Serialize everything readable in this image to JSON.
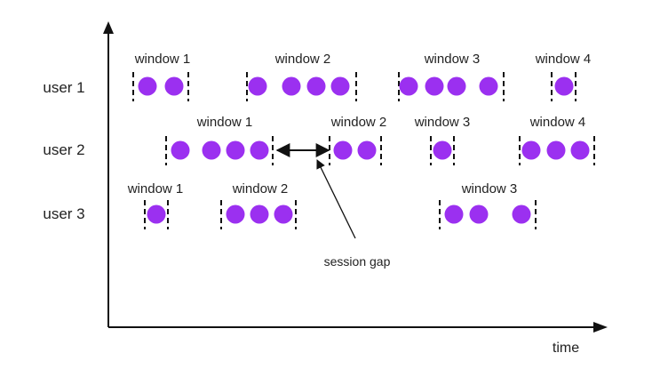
{
  "axis": {
    "x_label": "time"
  },
  "colors": {
    "event": "#9b30f0",
    "line": "#111111",
    "text": "#222222"
  },
  "rows": [
    {
      "user": "user 1",
      "windows": [
        {
          "label": "window 1",
          "events": 2
        },
        {
          "label": "window 2",
          "events": 4
        },
        {
          "label": "window 3",
          "events": 4
        },
        {
          "label": "window 4",
          "events": 1
        }
      ]
    },
    {
      "user": "user 2",
      "windows": [
        {
          "label": "window 1",
          "events": 4
        },
        {
          "label": "window 2",
          "events": 2
        },
        {
          "label": "window 3",
          "events": 1
        },
        {
          "label": "window 4",
          "events": 3
        }
      ]
    },
    {
      "user": "user 3",
      "windows": [
        {
          "label": "window 1",
          "events": 1
        },
        {
          "label": "window 2",
          "events": 3
        },
        {
          "label": "window 3",
          "events": 3
        }
      ]
    }
  ],
  "annotation": {
    "label": "session gap"
  }
}
